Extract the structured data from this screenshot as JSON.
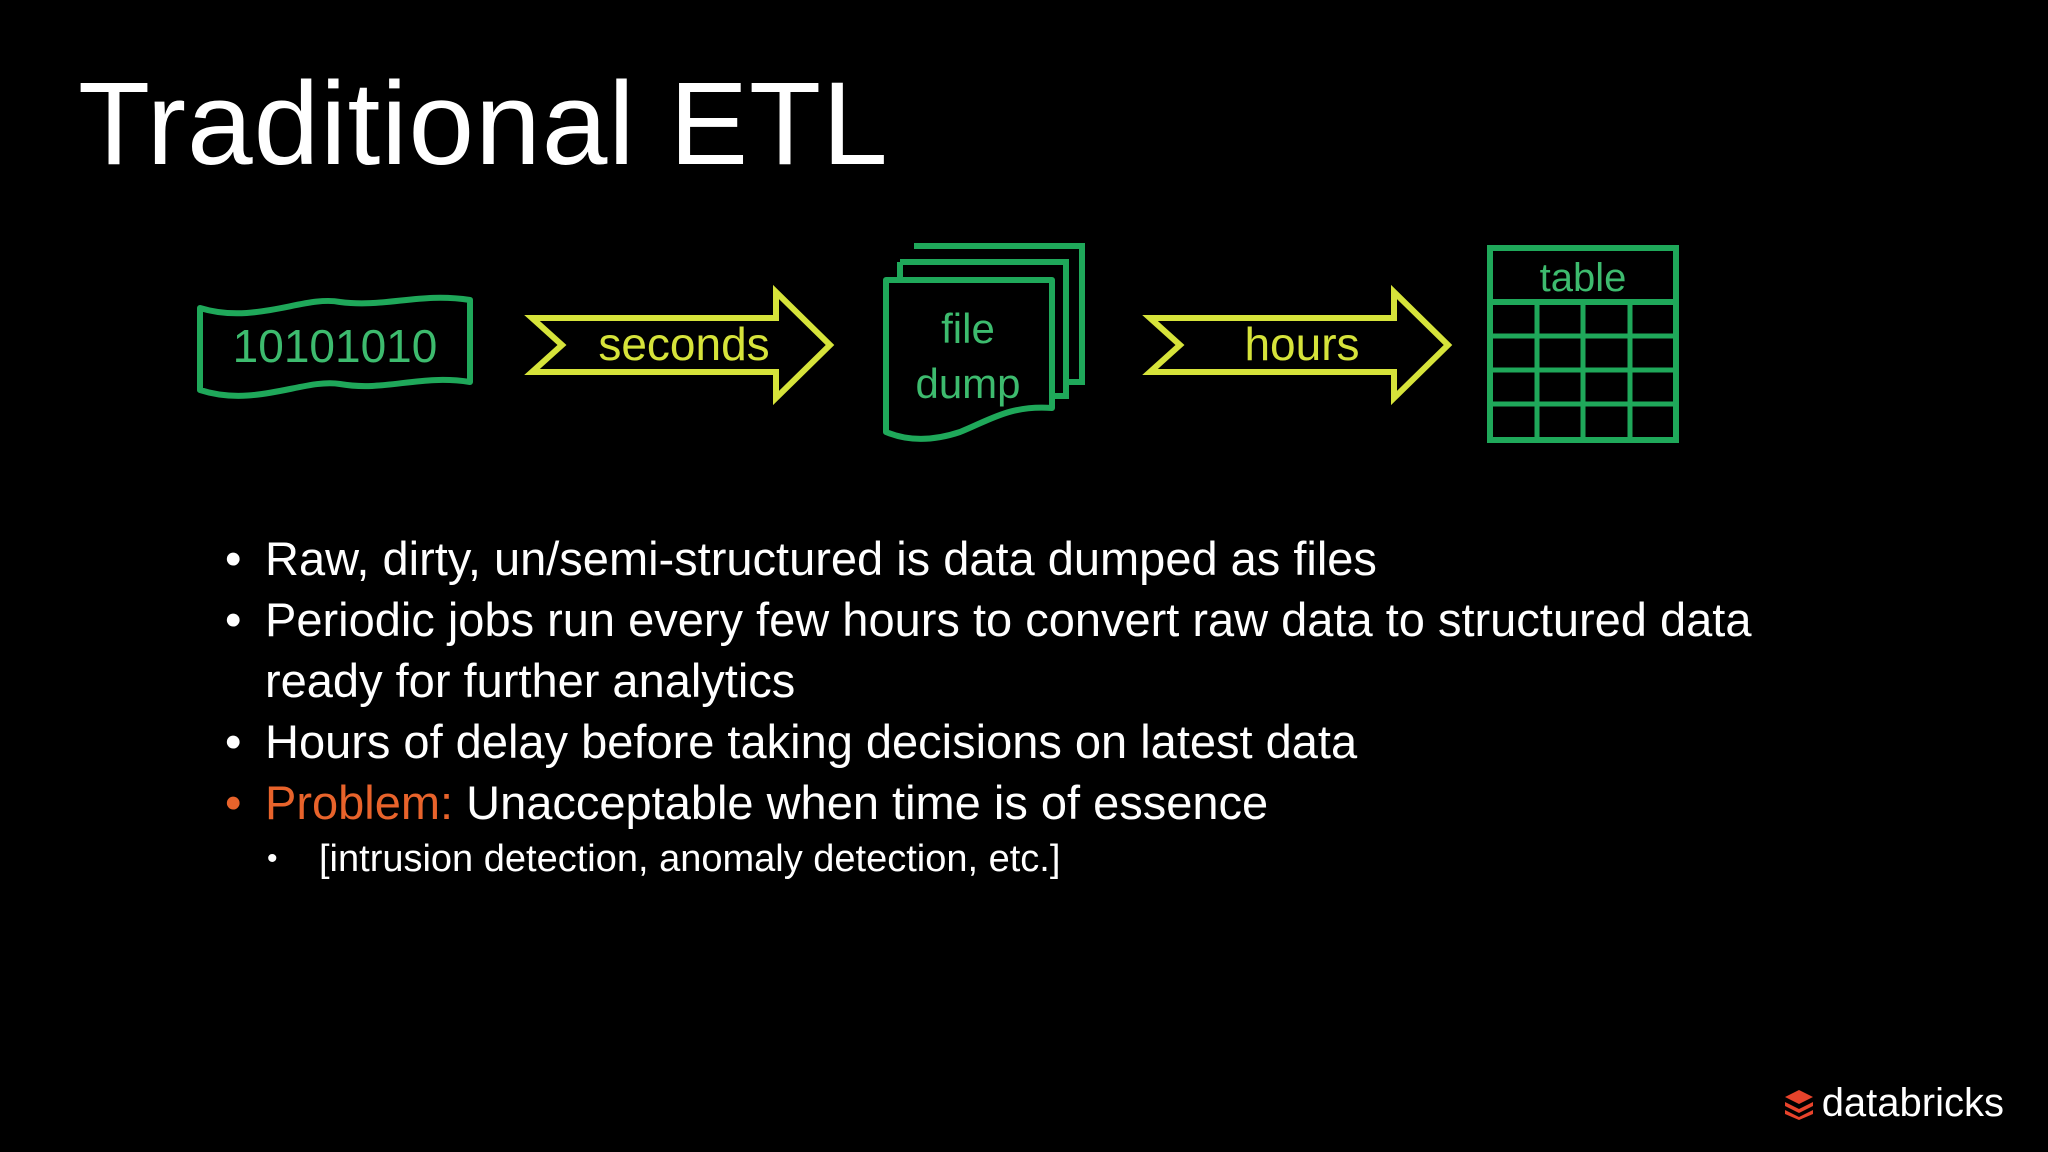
{
  "slide": {
    "title": "Traditional ETL"
  },
  "diagram": {
    "source_label": "10101010",
    "arrow1_label": "seconds",
    "dump_label_line1": "file",
    "dump_label_line2": "dump",
    "arrow2_label": "hours",
    "table_label": "table"
  },
  "bullets": [
    {
      "text": "Raw, dirty, un/semi-structured is  data dumped as files"
    },
    {
      "text": "Periodic jobs run every few hours to convert raw data to structured data ready for further analytics"
    },
    {
      "text": "Hours of delay before taking decisions on latest data"
    },
    {
      "prefix": "Problem:",
      "text": " Unacceptable when time is of essence"
    }
  ],
  "sub_bullets": [
    {
      "text": "[intrusion detection, anomaly detection, etc.]"
    }
  ],
  "logo": {
    "text": "databricks",
    "icon": "stacked-layers-icon"
  },
  "colors": {
    "background": "#000000",
    "diagram_green": "#1fa85a",
    "label_green": "#3dbb6e",
    "arrow_yellow": "#d6e33a",
    "problem_orange": "#e8632b",
    "logo_red": "#e8432b"
  }
}
